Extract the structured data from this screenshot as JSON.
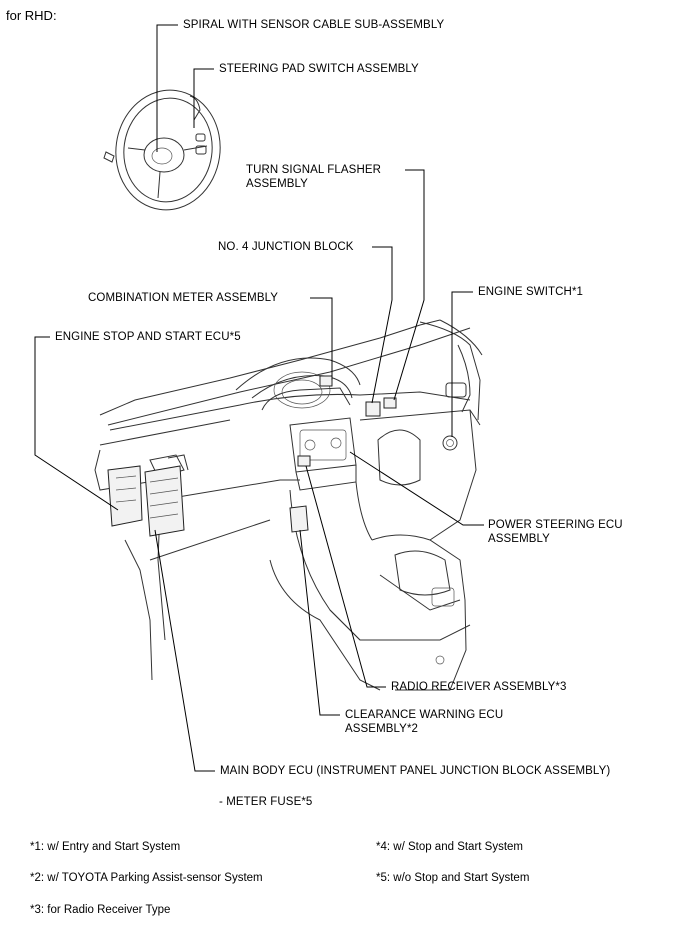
{
  "header": "for RHD:",
  "labels": {
    "spiral": "SPIRAL WITH SENSOR CABLE SUB-ASSEMBLY",
    "steering_pad": "STEERING PAD SWITCH ASSEMBLY",
    "turn_signal": "TURN SIGNAL FLASHER\nASSEMBLY",
    "junction_block": "NO. 4 JUNCTION BLOCK",
    "combination_meter": "COMBINATION METER ASSEMBLY",
    "engine_switch": "ENGINE SWITCH*1",
    "engine_stop_start": "ENGINE STOP AND START ECU*5",
    "power_steering": "POWER STEERING ECU\nASSEMBLY",
    "radio_receiver": "RADIO RECEIVER ASSEMBLY*3",
    "clearance_warning": "CLEARANCE WARNING ECU\nASSEMBLY*2",
    "main_body": "MAIN BODY ECU (INSTRUMENT PANEL JUNCTION BLOCK ASSEMBLY)",
    "meter_fuse": "- METER FUSE*5"
  },
  "footnotes": {
    "n1": "*1: w/ Entry and Start System",
    "n2": "*2: w/ TOYOTA Parking Assist-sensor System",
    "n3": "*3: for Radio Receiver Type",
    "n4": "*4: w/ Stop and Start System",
    "n5": "*5: w/o Stop and Start System"
  }
}
